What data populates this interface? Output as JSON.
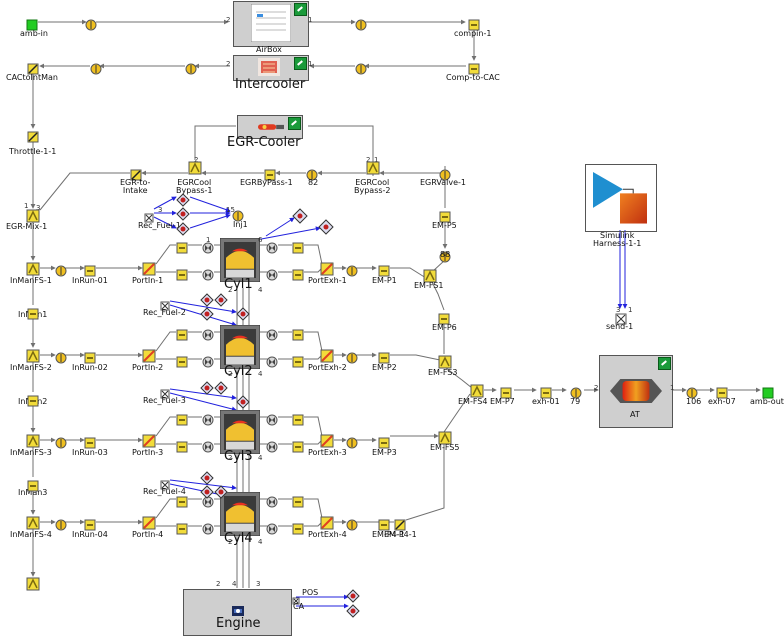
{
  "labels": {
    "amb_in": "amb-in",
    "airbox": "AirBox",
    "compin": "compin-1",
    "cactointman": "CACtoIntMan",
    "intercooler": "Intercooler",
    "comp_to_cac": "Comp-to-CAC",
    "egr_cooler": "EGR-Cooler",
    "throttle": "Throttle-1-1",
    "egr_to_intake": "EGR-to-\nIntake",
    "egrcool_bypass_1": "EGRCool\nBypass-1",
    "egrbypass": "EGRByPass-1",
    "n82": "82",
    "egrcool_bypass_2": "EGRCool\nBypass-2",
    "egrvalve": "EGRValve-1",
    "egr_mix": "EGR-Mix-1",
    "rec_fuel_1": "Rec_Fuel-1",
    "rec_fuel_2": "Rec_Fuel-2",
    "rec_fuel_3": "Rec_Fuel-3",
    "rec_fuel_4": "Rec_Fuel-4",
    "inj1": "Inj1",
    "emp5": "EM-P5",
    "n88": "88",
    "simulink": "Simulink\nHarness-1-1",
    "send": "send-1",
    "inmanfs1": "InManFS-1",
    "inrun01": "InRun-01",
    "portin1": "PortIn-1",
    "cyl1": "Cyl1",
    "portexh1": "PortExh-1",
    "emp1": "EM-P1",
    "emfs1": "EM-FS1",
    "inman1": "InMan1",
    "emp6": "EM-P6",
    "inmanfs2": "InManFS-2",
    "inrun02": "InRun-02",
    "portin2": "PortIn-2",
    "cyl2": "Cyl2",
    "portexh2": "PortExh-2",
    "emp2": "EM-P2",
    "emfs3": "EM-FS3",
    "emfs4": "EM-FS4",
    "emp7": "EM-P7",
    "exh01": "exh-01",
    "n79": "79",
    "at": "AT",
    "n106": "106",
    "exh07": "exh-07",
    "amb_out": "amb-out",
    "inman2": "InMan2",
    "inmanfs3": "InManFS-3",
    "inrun03": "InRun-03",
    "portin3": "PortIn-3",
    "cyl3": "Cyl3",
    "portexh3": "PortExh-3",
    "emp3": "EM-P3",
    "emfs5": "EM-FS5",
    "inman3": "InMan3",
    "inmanfs4": "InManFS-4",
    "inrun04": "InRun-04",
    "portin4": "PortIn-4",
    "cyl4": "Cyl4",
    "portexh4": "PortExh-4",
    "emp41": "EM-P4-1",
    "engine": "Engine",
    "pos": "POS",
    "ca": "CA"
  },
  "port_numbers": {
    "p1": "1",
    "p2": "2",
    "p3": "3",
    "p4": "4",
    "p5": "5",
    "p6": "6",
    "p15": "15"
  },
  "colors": {
    "component_yellow": "#f2dc3a",
    "component_border": "#555555",
    "orifice": "#f0c020",
    "boundary_green": "#22cc22",
    "wire_grey": "#707070",
    "signal_blue": "#2222dd",
    "box_grey": "#cfcfcf",
    "cyl_dark": "#3a3a3a",
    "cyl_flame": "#f0c030",
    "cyl_red": "#e83020"
  },
  "icons": {
    "boundary": "green-square-icon",
    "orifice": "orifice-circle-icon",
    "pipe": "yellow-pipe-icon",
    "flowsplit": "flowsplit-icon",
    "valve": "valve-bowtie-icon",
    "injector": "injector-diamond-icon",
    "cylinder": "cylinder-icon",
    "throttle": "throttle-icon",
    "catalyst": "catalyst-icon",
    "simulink": "simulink-icon",
    "sensor": "sensor-icon",
    "engine": "engine-icon"
  }
}
